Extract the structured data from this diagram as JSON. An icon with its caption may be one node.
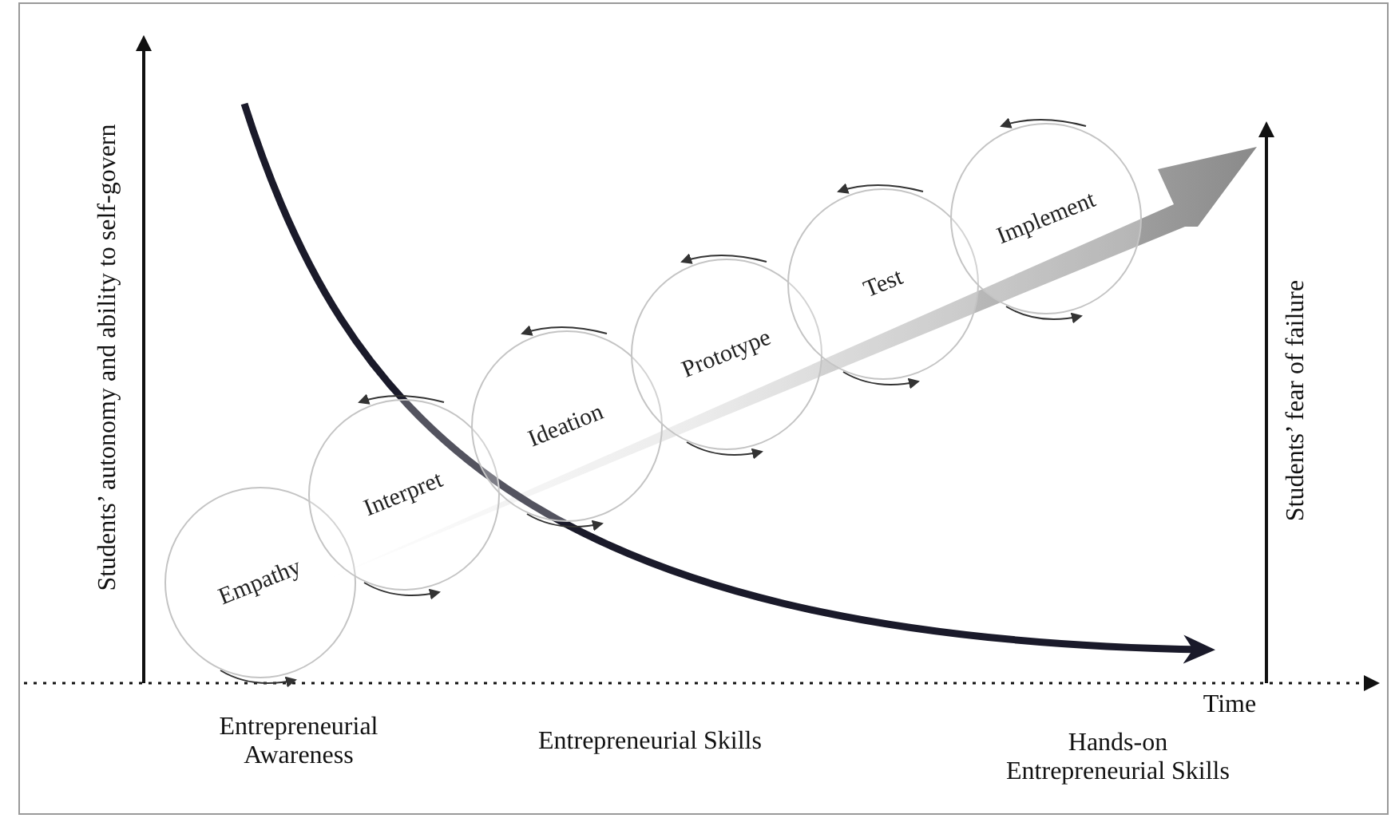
{
  "diagram": {
    "nodes": [
      {
        "text": [
          "Empathy"
        ]
      },
      {
        "text": [
          "Interpret"
        ]
      },
      {
        "text": [
          "Ideation"
        ]
      },
      {
        "text": [
          "Prototype"
        ]
      },
      {
        "text": [
          "Test"
        ]
      },
      {
        "text": [
          "Implement"
        ]
      }
    ],
    "labels": [
      "Students’ autonomy and ability to self-govern",
      "Students’ fear of failure",
      "Time",
      "Entrepreneurial Awareness",
      "Entrepreneurial Skills",
      "Hands-on Entrepreneurial Skills"
    ]
  }
}
